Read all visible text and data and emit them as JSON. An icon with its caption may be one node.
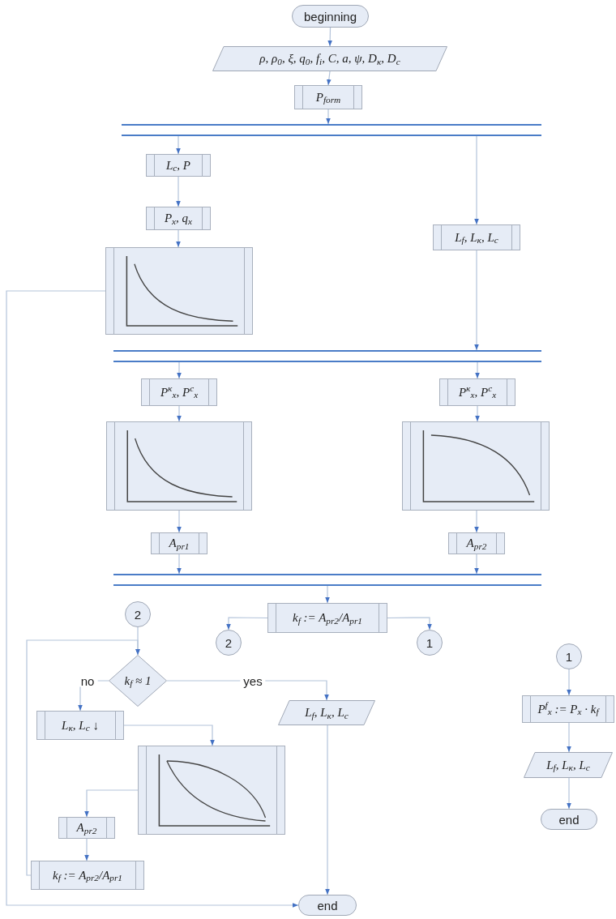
{
  "diagram": {
    "nodes": [
      {
        "text": [
          "beginning"
        ]
      },
      {
        "text": [
          "ρ, ρ$_{0}$, ξ, q$_{0}$, f$_{i}$, C, a, ψ, D$_{κ}$, D$_{c}$"
        ]
      },
      {
        "text": [
          "P$_{form}$"
        ]
      },
      {
        "text": [],
        "shape": "bar"
      },
      {
        "text": [
          "L$_{c}$, P"
        ]
      },
      {
        "text": [
          "P$_{x}$, q$_{x}$"
        ]
      },
      {
        "text": [],
        "shape": "picture"
      },
      {
        "text": [
          "L$_{f}$, L$_{κ}$, L$_{c}$"
        ]
      },
      {
        "text": [],
        "shape": "bar"
      },
      {
        "text": [
          "P$^{κ}$$_{x}$, P$^{c}$$_{x}$"
        ]
      },
      {
        "text": [],
        "shape": "picture"
      },
      {
        "text": [
          "P$^{κ}$$_{x}$, P$^{c}$$_{x}$"
        ]
      },
      {
        "text": [],
        "shape": "picture"
      },
      {
        "text": [
          "A$_{pr1}$"
        ]
      },
      {
        "text": [
          "A$_{pr2}$"
        ]
      },
      {
        "text": [],
        "shape": "bar"
      },
      {
        "text": [
          "k$_{f}$ := A$_{pr2}$/A$_{pr1}$"
        ]
      },
      {
        "text": [
          "2"
        ]
      },
      {
        "text": [
          "1"
        ]
      },
      {
        "text": [
          "2"
        ]
      },
      {
        "text": [
          "k$_{f}$ ≈ 1"
        ]
      },
      {
        "text": [
          "L$_{κ}$, L$_{c}$ ↓"
        ]
      },
      {
        "text": [
          "L$_{f}$, L$_{κ}$, L$_{c}$"
        ]
      },
      {
        "text": [],
        "shape": "picture"
      },
      {
        "text": [
          "A$_{pr2}$"
        ]
      },
      {
        "text": [
          "k$_{f}$ := A$_{pr2}$/A$_{pr1}$"
        ]
      },
      {
        "text": [
          "end"
        ]
      },
      {
        "text": [
          "1"
        ]
      },
      {
        "text": [
          "P$^{f}$$_{x}$ := P$_{x}$ · k$_{f}$"
        ]
      },
      {
        "text": [
          "L$_{f}$, L$_{κ}$, L$_{c}$"
        ]
      },
      {
        "text": [
          "end"
        ]
      }
    ],
    "edges": [
      {
        "from": 0,
        "to": 1,
        "arrow": "to"
      },
      {
        "from": 1,
        "to": 2,
        "arrow": "to"
      },
      {
        "from": 2,
        "to": 3,
        "arrow": "to"
      },
      {
        "from": 3,
        "to": 4,
        "arrow": "to"
      },
      {
        "from": 3,
        "to": 7,
        "arrow": "to"
      },
      {
        "from": 4,
        "to": 5,
        "arrow": "to"
      },
      {
        "from": 5,
        "to": 6,
        "arrow": "to"
      },
      {
        "from": 6,
        "to": 26,
        "arrow": "to"
      },
      {
        "from": 7,
        "to": 8,
        "arrow": "to"
      },
      {
        "from": 8,
        "to": 9,
        "arrow": "to"
      },
      {
        "from": 8,
        "to": 11,
        "arrow": "to"
      },
      {
        "from": 9,
        "to": 10,
        "arrow": "to"
      },
      {
        "from": 11,
        "to": 12,
        "arrow": "to"
      },
      {
        "from": 10,
        "to": 13,
        "arrow": "to"
      },
      {
        "from": 12,
        "to": 14,
        "arrow": "to"
      },
      {
        "from": 13,
        "to": 15,
        "arrow": "to"
      },
      {
        "from": 14,
        "to": 15,
        "arrow": "to"
      },
      {
        "from": 15,
        "to": 16,
        "arrow": "to"
      },
      {
        "from": 16,
        "to": 17,
        "arrow": "to"
      },
      {
        "from": 16,
        "to": 18,
        "arrow": "to"
      },
      {
        "from": 19,
        "to": 20,
        "arrow": "to"
      },
      {
        "from": 20,
        "to": 21,
        "arrow": "to",
        "label": "no"
      },
      {
        "from": 20,
        "to": 22,
        "arrow": "to",
        "label": "yes"
      },
      {
        "from": 21,
        "to": 23,
        "arrow": "to"
      },
      {
        "from": 23,
        "to": 24,
        "arrow": "to"
      },
      {
        "from": 24,
        "to": 25,
        "arrow": "to"
      },
      {
        "from": 25,
        "to": 20,
        "arrow": "to"
      },
      {
        "from": 22,
        "to": 26,
        "arrow": "to"
      },
      {
        "from": 27,
        "to": 28,
        "arrow": "to"
      },
      {
        "from": 28,
        "to": 29,
        "arrow": "to"
      },
      {
        "from": 29,
        "to": 30,
        "arrow": "to"
      }
    ]
  }
}
